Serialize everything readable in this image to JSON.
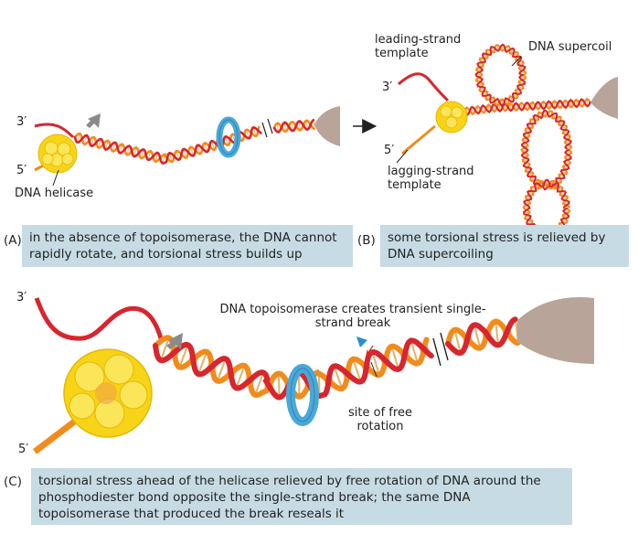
{
  "panel_a": {
    "tag": "(A)",
    "caption": "in the absence of topoisomerase, the DNA cannot rapidly rotate, and torsional stress builds up",
    "label_3prime": "3′",
    "label_5prime": "5′",
    "label_helicase": "DNA helicase"
  },
  "panel_b": {
    "tag": "(B)",
    "caption": "some torsional stress is relieved by DNA supercoiling",
    "label_leading": "leading-strand template",
    "label_supercoil": "DNA supercoil",
    "label_3prime": "3′",
    "label_5prime": "5′",
    "label_lagging": "lagging-strand template"
  },
  "panel_c": {
    "tag": "(C)",
    "caption": "torsional stress ahead of the helicase relieved by free rotation of DNA around the phosphodiester bond opposite the single-strand break; the same DNA topoisomerase that produced the break reseals it",
    "label_3prime": "3′",
    "label_5prime": "5′",
    "label_topo": "DNA topoisomerase creates transient single-strand break",
    "label_site": "site of free rotation"
  },
  "colors": {
    "strand_red": "#d7262f",
    "strand_orange": "#f08c1e",
    "helicase_yellow": "#f7d417",
    "topo_blue": "#4aa8d8",
    "anchor_brown": "#b9a49a",
    "caption_bg": "#c7dbe4",
    "arrow_gray": "#8a8a8a"
  },
  "icons": {
    "rotation_arrow": "gray-chevron-arrow-icon",
    "progression_arrow": "black-arrow-icon",
    "break_marker": "blue-triangle-icon"
  }
}
